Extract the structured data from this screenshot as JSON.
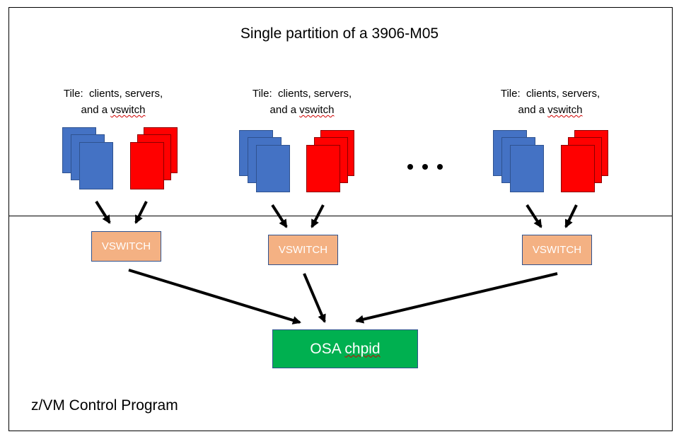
{
  "diagram": {
    "title": "Single partition of a 3906-M05",
    "tiles": [
      {
        "line1": "Tile:  clients, servers,",
        "line2_prefix": "and a ",
        "line2_word": "vswitch",
        "vswitch_label": "VSWITCH"
      },
      {
        "line1": "Tile:  clients, servers,",
        "line2_prefix": "and a ",
        "line2_word": "vswitch",
        "vswitch_label": "VSWITCH"
      },
      {
        "line1": "Tile:  clients, servers,",
        "line2_prefix": "and a ",
        "line2_word": "vswitch",
        "vswitch_label": "VSWITCH"
      }
    ],
    "ellipsis": "...",
    "osa": {
      "prefix": "OSA ",
      "word": "chpid"
    },
    "control_program_label": "z/VM Control Program",
    "colors": {
      "client_blue": "#4472c4",
      "server_red": "#ff0000",
      "vswitch_fill": "#f4b183",
      "osa_fill": "#00b050",
      "border": "#2f528f"
    }
  }
}
